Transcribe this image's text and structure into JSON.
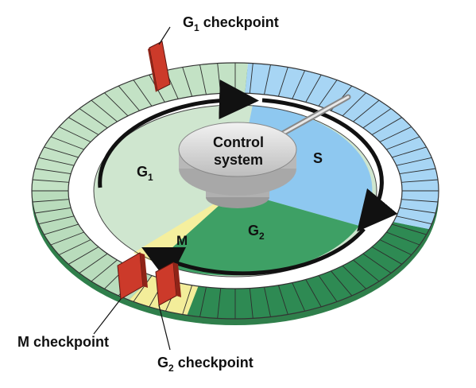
{
  "labels": {
    "g1_checkpoint": "G",
    "g1_checkpoint_sub": "1",
    "g1_checkpoint_rest": " checkpoint",
    "m_checkpoint": "M checkpoint",
    "g2_checkpoint": "G",
    "g2_checkpoint_sub": "2",
    "g2_checkpoint_rest": " checkpoint",
    "phase_g1": "G",
    "phase_g1_sub": "1",
    "phase_s": "S",
    "phase_g2": "G",
    "phase_g2_sub": "2",
    "phase_m": "M",
    "control_line1": "Control",
    "control_line2": "system"
  },
  "colors": {
    "g1_light": "#cfe6cf",
    "g1_ring": "#bfe0c3",
    "s_blue": "#8ec8f0",
    "s_ring": "#a9d6f5",
    "g2_green": "#3ea065",
    "g2_ring": "#2f8f55",
    "m_yellow": "#f5ef9e",
    "checkpoint_red": "#cc3a2a",
    "arrow": "#111111"
  }
}
